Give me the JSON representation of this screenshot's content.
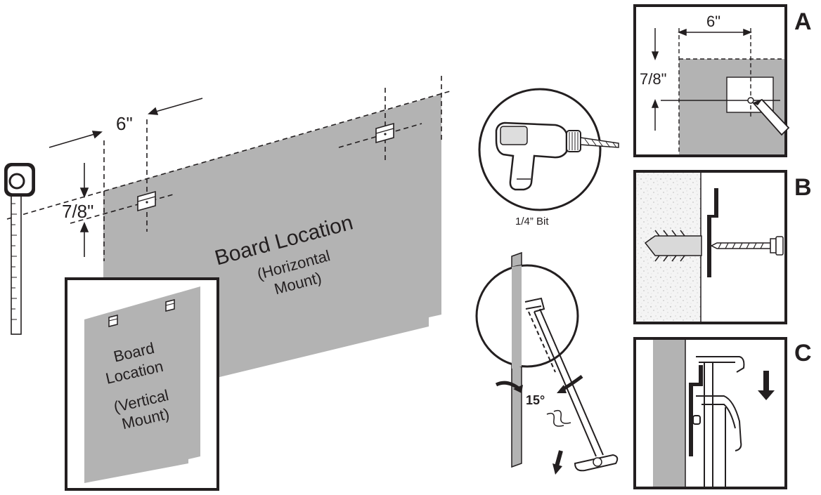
{
  "main_diagram": {
    "horizontal_offset": "6\"",
    "vertical_offset": "7/8\"",
    "board_title": "Board Location",
    "board_subtitle_line1": "(Horizontal",
    "board_subtitle_line2": "Mount)"
  },
  "vertical_inset": {
    "line1": "Board",
    "line2": "Location",
    "line3": "(Vertical",
    "line4": "Mount)"
  },
  "drill": {
    "bit_label": "1/4” Bit"
  },
  "tilt": {
    "angle_label": "15°"
  },
  "panels": {
    "a": {
      "letter": "A",
      "horizontal": "6\"",
      "vertical": "7/8\""
    },
    "b": {
      "letter": "B"
    },
    "c": {
      "letter": "C"
    }
  },
  "colors": {
    "board_gray": "#b3b3b3",
    "ink": "#231f20",
    "wall_speckle": "#f2f2f2"
  }
}
